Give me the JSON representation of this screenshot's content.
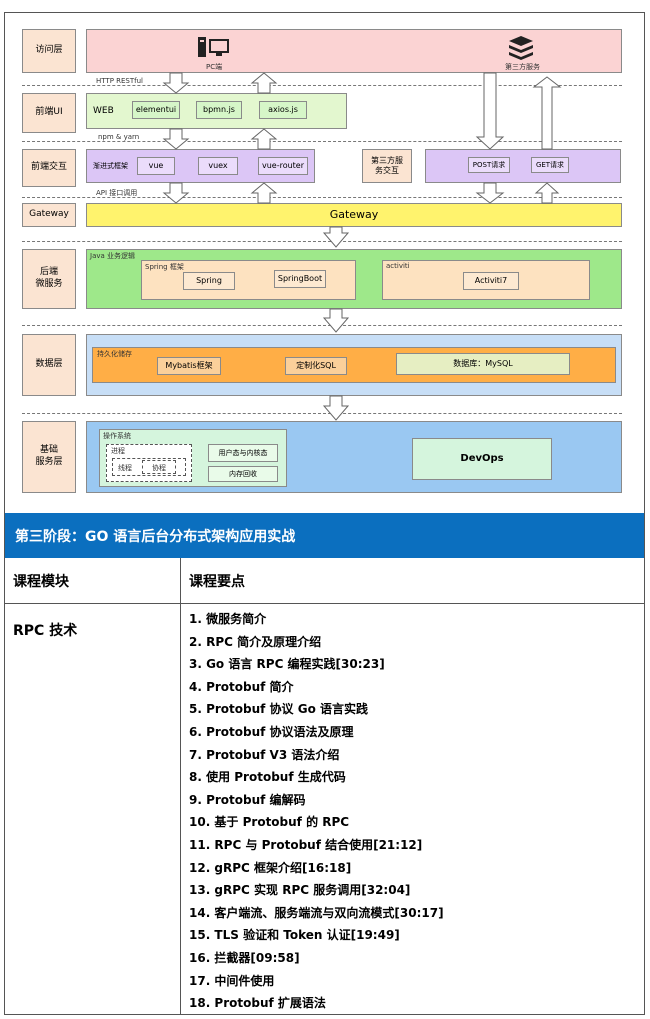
{
  "diagram": {
    "layers": {
      "access": "访问层",
      "frontend_ui": "前端UI",
      "frontend_interact": "前端交互",
      "gateway": "Gateway",
      "backend": "后端\n微服务",
      "data": "数据层",
      "infra": "基础\n服务层"
    },
    "access": {
      "pc": "PC端",
      "third_party": "第三方服务"
    },
    "links": {
      "http": "HTTP RESTful",
      "npm": "npm & yarn",
      "api": "API 接口调用"
    },
    "ui": {
      "web": "WEB",
      "items": [
        "elementui",
        "bpmn.js",
        "axios.js"
      ]
    },
    "interact": {
      "framework": "渐进式框架",
      "items": [
        "vue",
        "vuex",
        "vue-router"
      ],
      "third_party_label": "第三方服\n务交互",
      "requests": [
        "POST请求",
        "GET请求"
      ]
    },
    "gateway_bar": "Gateway",
    "backend": {
      "title": "Java 业务逻辑",
      "spring_group": "Spring 框架",
      "spring_items": [
        "Spring",
        "SpringBoot"
      ],
      "activiti_group": "activiti",
      "activiti_item": "Activiti7"
    },
    "data": {
      "title": "持久化储存",
      "items": [
        "Mybatis框架",
        "定制化SQL",
        "数据库：MySQL"
      ]
    },
    "infra": {
      "os": "操作系统",
      "process": "进程",
      "thread": "线程",
      "coroutine": "协程",
      "user_kernel": "用户态与内核态",
      "memory": "内存回收",
      "devops": "DevOps"
    }
  },
  "stage_title": "第三阶段：GO 语言后台分布式架构应用实战",
  "table": {
    "headers": [
      "课程模块",
      "课程要点"
    ],
    "module": "RPC 技术",
    "points": [
      "1. 微服务简介",
      "2. RPC 简介及原理介绍",
      "3. Go 语言 RPC 编程实践[30:23]",
      "4. Protobuf 简介",
      "5. Protobuf 协议 Go 语言实践",
      "6. Protobuf 协议语法及原理",
      "7. Protobuf V3 语法介绍",
      "8. 使用 Protobuf 生成代码",
      "9. Protobuf  编解码",
      "10. 基于 Protobuf  的 RPC",
      "11. RPC 与 Protobuf 结合使用[21:12]",
      "12. gRPC 框架介绍[16:18]",
      "13. gRPC 实现 RPC 服务调用[32:04]",
      "14. 客户端流、服务端流与双向流模式[30:17]",
      "15. TLS 验证和 Token 认证[19:49]",
      "16. 拦截器[09:58]",
      "17. 中间件使用",
      "18. Protobuf 扩展语法"
    ]
  },
  "colors": {
    "access": "#fbd3d3",
    "ui": "#e3f7cf",
    "interact": "#dcc6f6",
    "gateway": "#fff36d",
    "backend": "#9ee88a",
    "backend_inner": "#fde2c0",
    "data_outer": "#c7def6",
    "data_inner": "#ffae46",
    "infra": "#9ac8f2",
    "infra_inner": "#d5f5dd",
    "stage_bar": "#0b6fbf"
  }
}
